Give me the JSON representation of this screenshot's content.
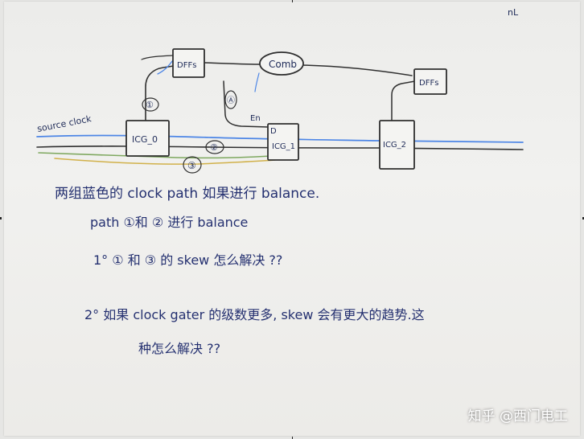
{
  "diagram": {
    "labels": {
      "source_clock": "source clock",
      "dffs_left": "DFFs",
      "comb": "Comb",
      "dffs_right": "DFFs",
      "icg0": "ICG_0",
      "icg1": "ICG_1",
      "icg2": "ICG_2",
      "d_pin": "D",
      "en_pin": "En",
      "marker_1": "①",
      "marker_2": "②",
      "marker_3": "③",
      "marker_a": "Ⓐ",
      "top_scribble": "nL"
    },
    "colors": {
      "ink": "#1f2b58",
      "blue_path": "#4d86e6",
      "green_path": "#7ea85f",
      "yellow_path": "#d1b14a",
      "box_fill": "#f4f4f2"
    }
  },
  "notes": {
    "line1": "两组蓝色的 clock path 如果进行 balance.",
    "line2": "path ①和 ② 进行 balance",
    "line3": "1°  ① 和 ③ 的 skew 怎么解决 ??",
    "line4": "2°  如果 clock gater 的级数更多, skew 会有更大的趋势.这",
    "line5": "种怎么解决 ??"
  },
  "watermark": {
    "text": "知乎 @西门电工"
  }
}
